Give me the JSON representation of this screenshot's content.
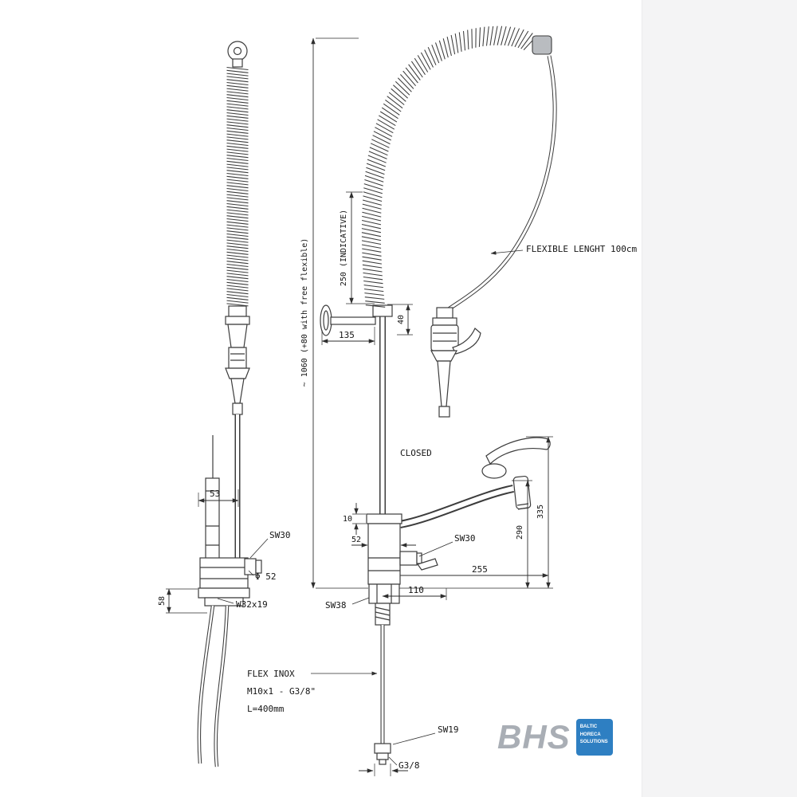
{
  "drawing": {
    "right": {
      "overall": "~ 1060 (+80 with free flexible)",
      "flexible": "FLEXIBLE LENGHT 100cm",
      "indicative": "250 (INDICATIVE)",
      "d40": "40",
      "d135": "135",
      "closed": "CLOSED",
      "d335": "335",
      "d290": "290",
      "d255": "255",
      "d10": "10",
      "d52": "52",
      "sw30": "SW30",
      "d110": "110",
      "sw38": "SW38",
      "flex1": "FLEX INOX",
      "flex2": "M10x1 - G3/8\"",
      "flex3": "L=400mm",
      "sw19": "SW19",
      "g38": "G3/8"
    },
    "left": {
      "d53": "53",
      "sw30": "SW30",
      "phi52": "Φ 52",
      "w32": "W32x19",
      "d58": "58"
    }
  },
  "logo": {
    "name": "BHS",
    "line1": "BALTIC",
    "line2": "HORECA",
    "line3": "SOLUTIONS",
    "accent": "#2e7fc2",
    "gray": "#a9aeb5"
  }
}
